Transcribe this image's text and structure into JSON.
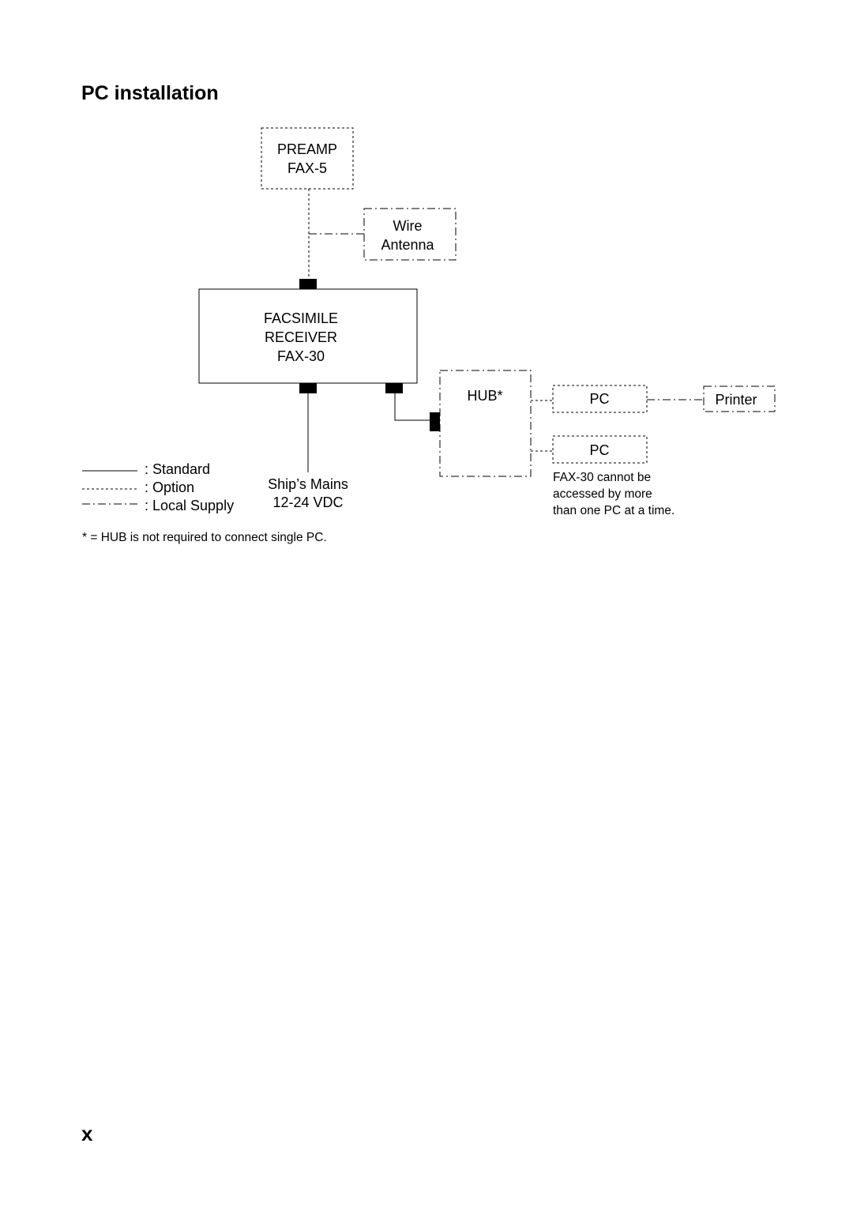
{
  "page": {
    "title": "PC installation",
    "page_number": "x"
  },
  "diagram": {
    "preamp": {
      "line1": "PREAMP",
      "line2": "FAX-5"
    },
    "antenna": {
      "line1": "Wire",
      "line2": "Antenna"
    },
    "receiver": {
      "line1": "FACSIMILE",
      "line2": "RECEIVER",
      "line3": "FAX-30"
    },
    "hub": {
      "label": "HUB*"
    },
    "pc1": {
      "label": "PC"
    },
    "pc2": {
      "label": "PC"
    },
    "printer": {
      "label": "Printer"
    },
    "power": {
      "line1": "Ship’s Mains",
      "line2": "12-24 VDC"
    },
    "pc_note": {
      "line1": "FAX-30 cannot be",
      "line2": "accessed by more",
      "line3": "than one PC at a time."
    },
    "legend": {
      "standard": ": Standard",
      "option": ": Option",
      "local_supply": ": Local Supply"
    },
    "footnote": "* = HUB is not required to connect single PC."
  }
}
